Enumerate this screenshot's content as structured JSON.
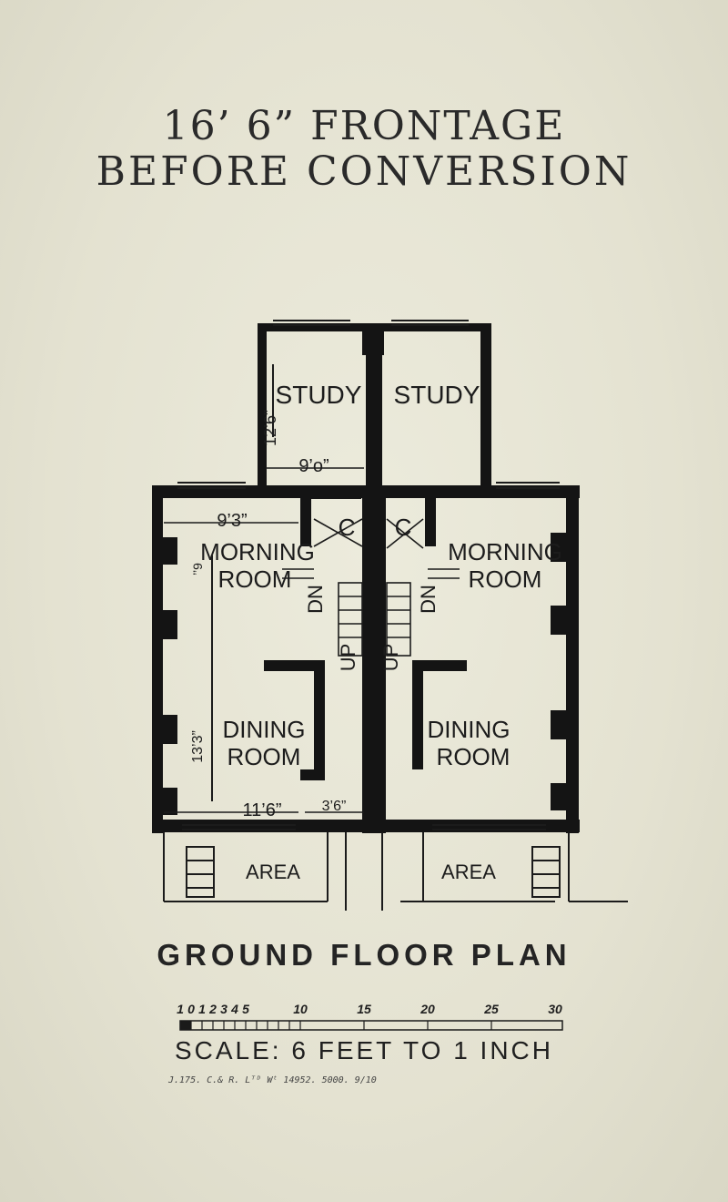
{
  "heading": {
    "line1": "16’ 6” FRONTAGE",
    "line2": "BEFORE  CONVERSION"
  },
  "rooms": {
    "study_left": "STUDY",
    "study_right": "STUDY",
    "morning_left_1": "MORNING",
    "morning_left_2": "ROOM",
    "morning_right_1": "MORNING",
    "morning_right_2": "ROOM",
    "dining_left_1": "DINING",
    "dining_left_2": "ROOM",
    "dining_right_1": "DINING",
    "dining_right_2": "ROOM",
    "area_left": "AREA",
    "area_right": "AREA",
    "cupboard_left": "C",
    "cupboard_right": "C",
    "stair_dn_left": "DN",
    "stair_up_left": "UP",
    "stair_up_right": "UP",
    "stair_dn_right": "DN"
  },
  "dimensions": {
    "study_depth": "12’6”",
    "study_width": "9’o”",
    "morning_width": "9’3”",
    "morning_depth": "’’9",
    "dining_depth": "13’3”",
    "dining_width": "11’6”",
    "passage_width": "3’6”"
  },
  "plan_title": "GROUND  FLOOR  PLAN",
  "scale": {
    "caption": "SCALE: 6 FEET TO 1 INCH",
    "ticks": [
      "1",
      "0",
      "1",
      "2",
      "3",
      "4",
      "5",
      "10",
      "15",
      "20",
      "25",
      "30"
    ]
  },
  "imprint": "J.175. C.& R. Lᵀᴰ Wᵗ 14952. 5000. 9/10"
}
